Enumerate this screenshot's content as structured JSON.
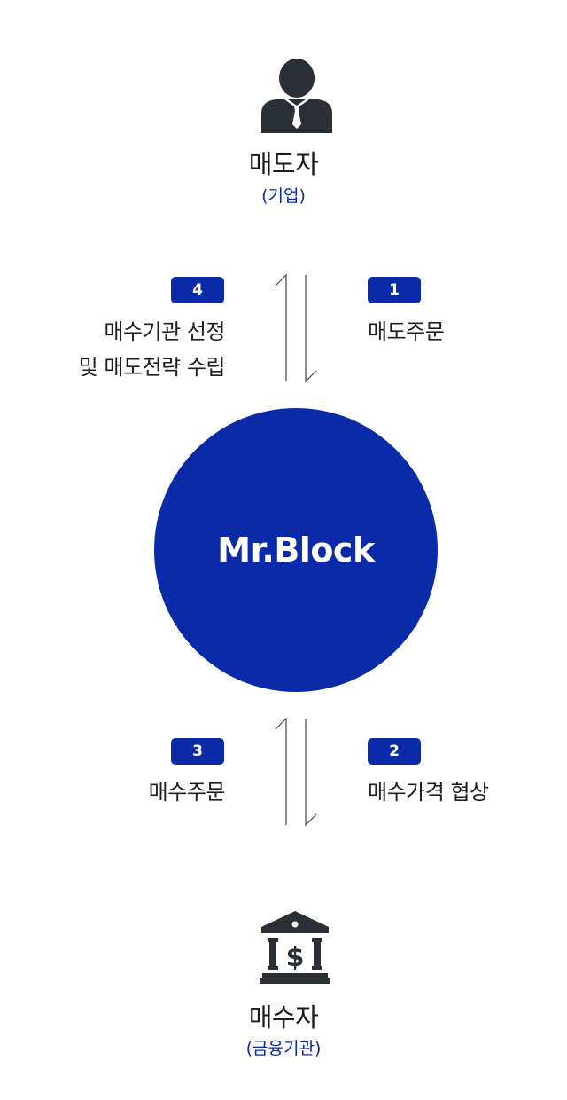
{
  "seller": {
    "icon": "businessman-icon",
    "title": "매도자",
    "subtitle": "(기업)"
  },
  "buyer": {
    "icon": "bank-dollar-icon",
    "title": "매수자",
    "subtitle": "(금융기관)"
  },
  "hub": {
    "label": "Mr.Block"
  },
  "steps": {
    "step1": {
      "number": "1",
      "label": "매도주문"
    },
    "step2": {
      "number": "2",
      "label": "매수가격 협상"
    },
    "step3": {
      "number": "3",
      "label": "매수주문"
    },
    "step4": {
      "number": "4",
      "line1": "매수기관 선정",
      "line2": "및 매도전략 수립"
    }
  },
  "colors": {
    "accent": "#0a2aa8",
    "icon": "#2b2f36",
    "text": "#1f1f1f"
  }
}
